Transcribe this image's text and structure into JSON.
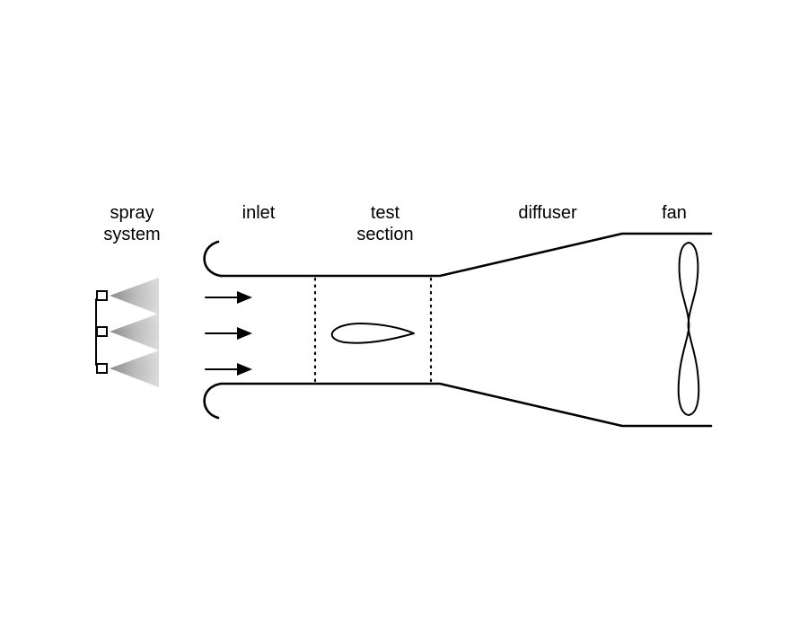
{
  "labels": {
    "spray_line1": "spray",
    "spray_line2": "system",
    "inlet": "inlet",
    "test_line1": "test",
    "test_line2": "section",
    "diffuser": "diffuser",
    "fan": "fan"
  },
  "icons": {
    "spray_nozzles": "spray-nozzle-icon",
    "flow_arrows": "arrow-right-icon",
    "airfoil": "airfoil-icon",
    "fan": "fan-blade-icon"
  },
  "colors": {
    "line": "#000000",
    "spray_fill": "#c8c8c8",
    "background": "#ffffff"
  }
}
